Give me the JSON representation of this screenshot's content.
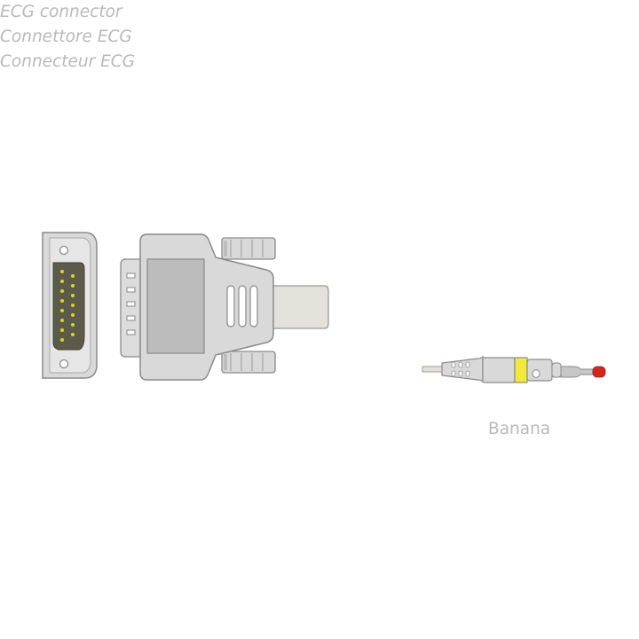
{
  "ecg_connector": {
    "labels": [
      "ECG connector",
      "Connettore ECG",
      "Connecteur ECG"
    ]
  },
  "banana": {
    "label": "Banana"
  },
  "colors": {
    "background": "#ffffff",
    "connector_body": "#d9d9d9",
    "connector_outline": "#8a8a8a",
    "socket_face": "#5b5b4a",
    "pins": "#e0d22a",
    "cable": "#e4e1da",
    "banana_band": "#f2e93a",
    "banana_tip": "#d5261c",
    "label_text": "#b9b9b9"
  },
  "icons": [
    "db15-female-socket",
    "db15-plug-cable",
    "banana-lead"
  ]
}
